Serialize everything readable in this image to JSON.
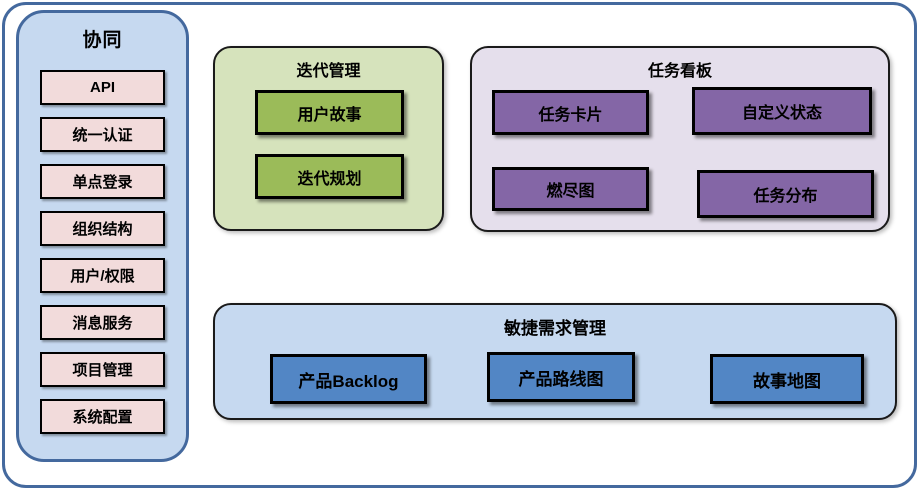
{
  "diagram": {
    "sidebar": {
      "title": "协同",
      "items": [
        "API",
        "统一认证",
        "单点登录",
        "组织结构",
        "用户/权限",
        "消息服务",
        "项目管理",
        "系统配置"
      ]
    },
    "iteration": {
      "title": "迭代管理",
      "items": [
        "用户故事",
        "迭代规划"
      ]
    },
    "kanban": {
      "title": "任务看板",
      "items": [
        "任务卡片",
        "自定义状态",
        "燃尽图",
        "任务分布"
      ]
    },
    "agile": {
      "title": "敏捷需求管理",
      "items": [
        "产品Backlog",
        "产品路线图",
        "故事地图"
      ]
    }
  },
  "colors": {
    "frame_border": "#44699E",
    "sidebar_fill": "#C6D9F0",
    "sidebar_item_fill": "#F2DBDB",
    "iteration_group_fill": "#D6E3BC",
    "iteration_item_fill": "#9BBB59",
    "kanban_group_fill": "#E5DFEC",
    "kanban_item_fill": "#8466A6",
    "agile_group_fill": "#C6D9F0",
    "agile_item_fill": "#5286C5",
    "item_border": "#000000",
    "text": "#000000"
  }
}
